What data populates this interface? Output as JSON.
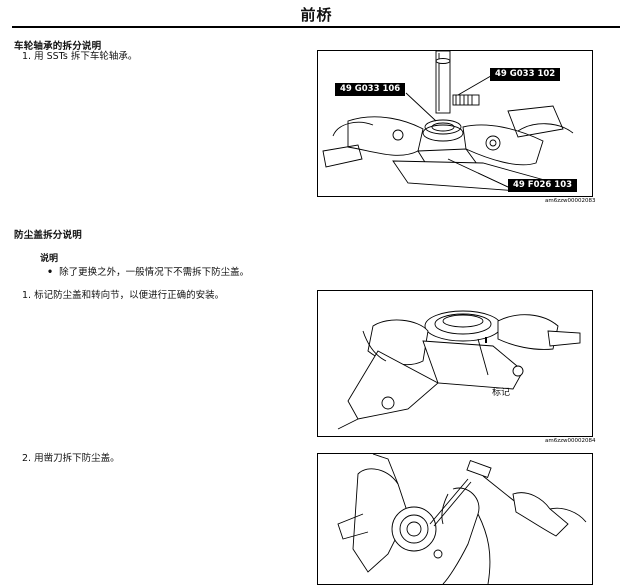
{
  "header": {
    "title": "前桥"
  },
  "section1": {
    "heading": "车轮轴承的拆分说明",
    "step1": "1.  用 SSTs 拆下车轮轴承。",
    "figure": {
      "labels": [
        "49 G033 106",
        "49 G033 102",
        "49 F026 103"
      ],
      "id": "am6zzw00002083"
    }
  },
  "section2": {
    "heading": "防尘盖拆分说明",
    "note_heading": "说明",
    "note_bullet": "除了更换之外，一般情况下不需拆下防尘盖。",
    "step1": "1.  标记防尘盖和转向节，以便进行正确的安装。",
    "figure1": {
      "mark_label": "标记",
      "id": "am6zzw00002084"
    },
    "step2": "2.  用凿刀拆下防尘盖。"
  },
  "icons": {
    "bullet": "bullet-dot"
  }
}
